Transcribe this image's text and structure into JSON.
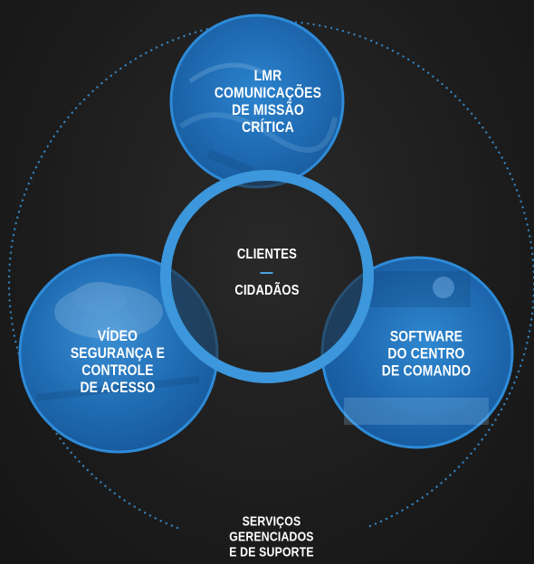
{
  "colors": {
    "background": "#1c1c1c",
    "circle_fill": "#1f6fb8",
    "circle_edge": "#2d8ad8",
    "center_ring": "#3c97dc",
    "dotted_ring": "#3a8fd0",
    "text": "#ffffff"
  },
  "top_circle": {
    "lines": [
      "LMR",
      "COMUNICAÇÕES",
      "DE MISSÃO",
      "CRÍTICA"
    ]
  },
  "left_circle": {
    "lines": [
      "VÍDEO",
      "SEGURANÇA E",
      "CONTROLE",
      "DE ACESSO"
    ]
  },
  "right_circle": {
    "lines": [
      "SOFTWARE",
      "DO CENTRO",
      "DE COMANDO"
    ]
  },
  "center": {
    "top": "CLIENTES",
    "bottom": "CIDADÃOS"
  },
  "outer_ring": {
    "lines": [
      "SERVIÇOS",
      "GERENCIADOS",
      "E DE SUPORTE"
    ]
  }
}
